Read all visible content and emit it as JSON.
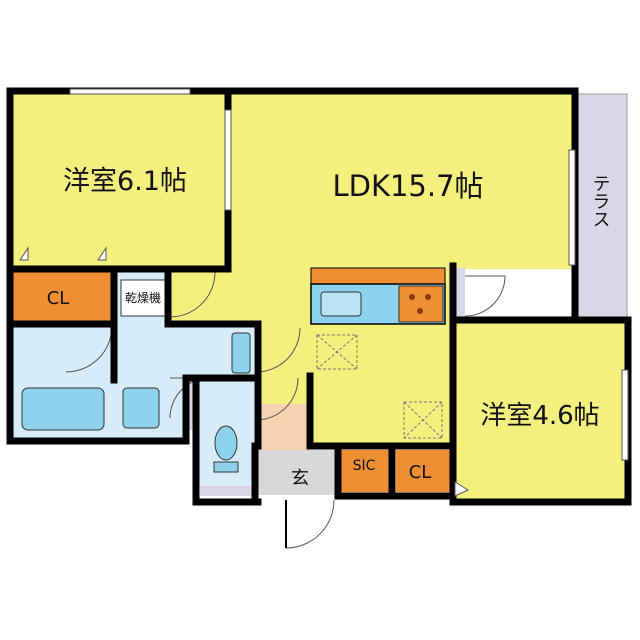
{
  "colors": {
    "room_yellow": "#f3f07e",
    "closet_orange": "#f08e33",
    "wet_blue": "#d6ecf8",
    "fixture_blue": "#8fd2ee",
    "terrace_lavender": "#dad6e8",
    "entry_gray": "#d8d8d8",
    "entry_tan": "#f6d2b0",
    "wall": "#000000"
  },
  "rooms": {
    "western_6_1": "洋室6.1帖",
    "ldk": "LDK15.7帖",
    "western_4_6": "洋室4.6帖",
    "terrace": "テラス",
    "closet_left": "CL",
    "closet_right": "CL",
    "sic": "SIC",
    "dryer": "乾燥機",
    "entrance": "玄"
  }
}
